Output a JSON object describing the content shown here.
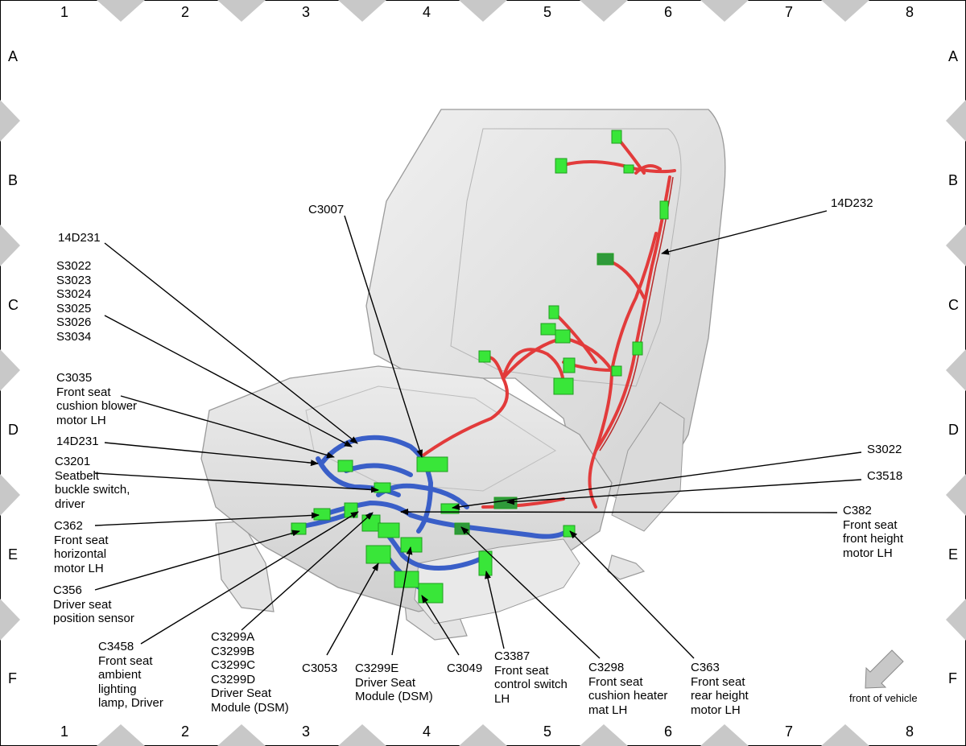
{
  "grid": {
    "columns": [
      "1",
      "2",
      "3",
      "4",
      "5",
      "6",
      "7",
      "8"
    ],
    "rows": [
      "A",
      "B",
      "C",
      "D",
      "E",
      "F"
    ]
  },
  "front_note": "front of vehicle",
  "colors": {
    "harness_seatback": "#e23b3b",
    "harness_cushion": "#3a5fc8",
    "connector": "#39e639",
    "seat": "#e2e2e2"
  },
  "labels": [
    {
      "id": "c3007",
      "text": "C3007"
    },
    {
      "id": "14d231-top",
      "text": "14D231"
    },
    {
      "id": "splices",
      "text": "S3022\nS3023\nS3024\nS3025\nS3026\nS3034"
    },
    {
      "id": "c3035",
      "text": "C3035\nFront seat\ncushion blower\nmotor LH"
    },
    {
      "id": "14d231-mid",
      "text": "14D231"
    },
    {
      "id": "c3201",
      "text": "C3201\nSeatbelt\nbuckle switch,\ndriver"
    },
    {
      "id": "c362",
      "text": "C362\nFront seat\nhorizontal\nmotor LH"
    },
    {
      "id": "c356",
      "text": "C356\nDriver seat\nposition sensor"
    },
    {
      "id": "c3458",
      "text": "C3458\nFront seat\nambient\nlighting\nlamp, Driver"
    },
    {
      "id": "c3299abcd",
      "text": "C3299A\nC3299B\nC3299C\nC3299D\nDriver Seat\nModule (DSM)"
    },
    {
      "id": "c3053",
      "text": "C3053"
    },
    {
      "id": "c3299e",
      "text": "C3299E\nDriver Seat\nModule (DSM)"
    },
    {
      "id": "c3049",
      "text": "C3049"
    },
    {
      "id": "c3387",
      "text": "C3387\nFront seat\ncontrol switch\nLH"
    },
    {
      "id": "c3298",
      "text": "C3298\nFront seat\ncushion heater\nmat LH"
    },
    {
      "id": "c363",
      "text": "C363\nFront seat\nrear height\nmotor LH"
    },
    {
      "id": "14d232",
      "text": "14D232"
    },
    {
      "id": "s3022-right",
      "text": "S3022"
    },
    {
      "id": "c3518",
      "text": "C3518"
    },
    {
      "id": "c382",
      "text": "C382\nFront seat\nfront height\nmotor LH"
    }
  ]
}
